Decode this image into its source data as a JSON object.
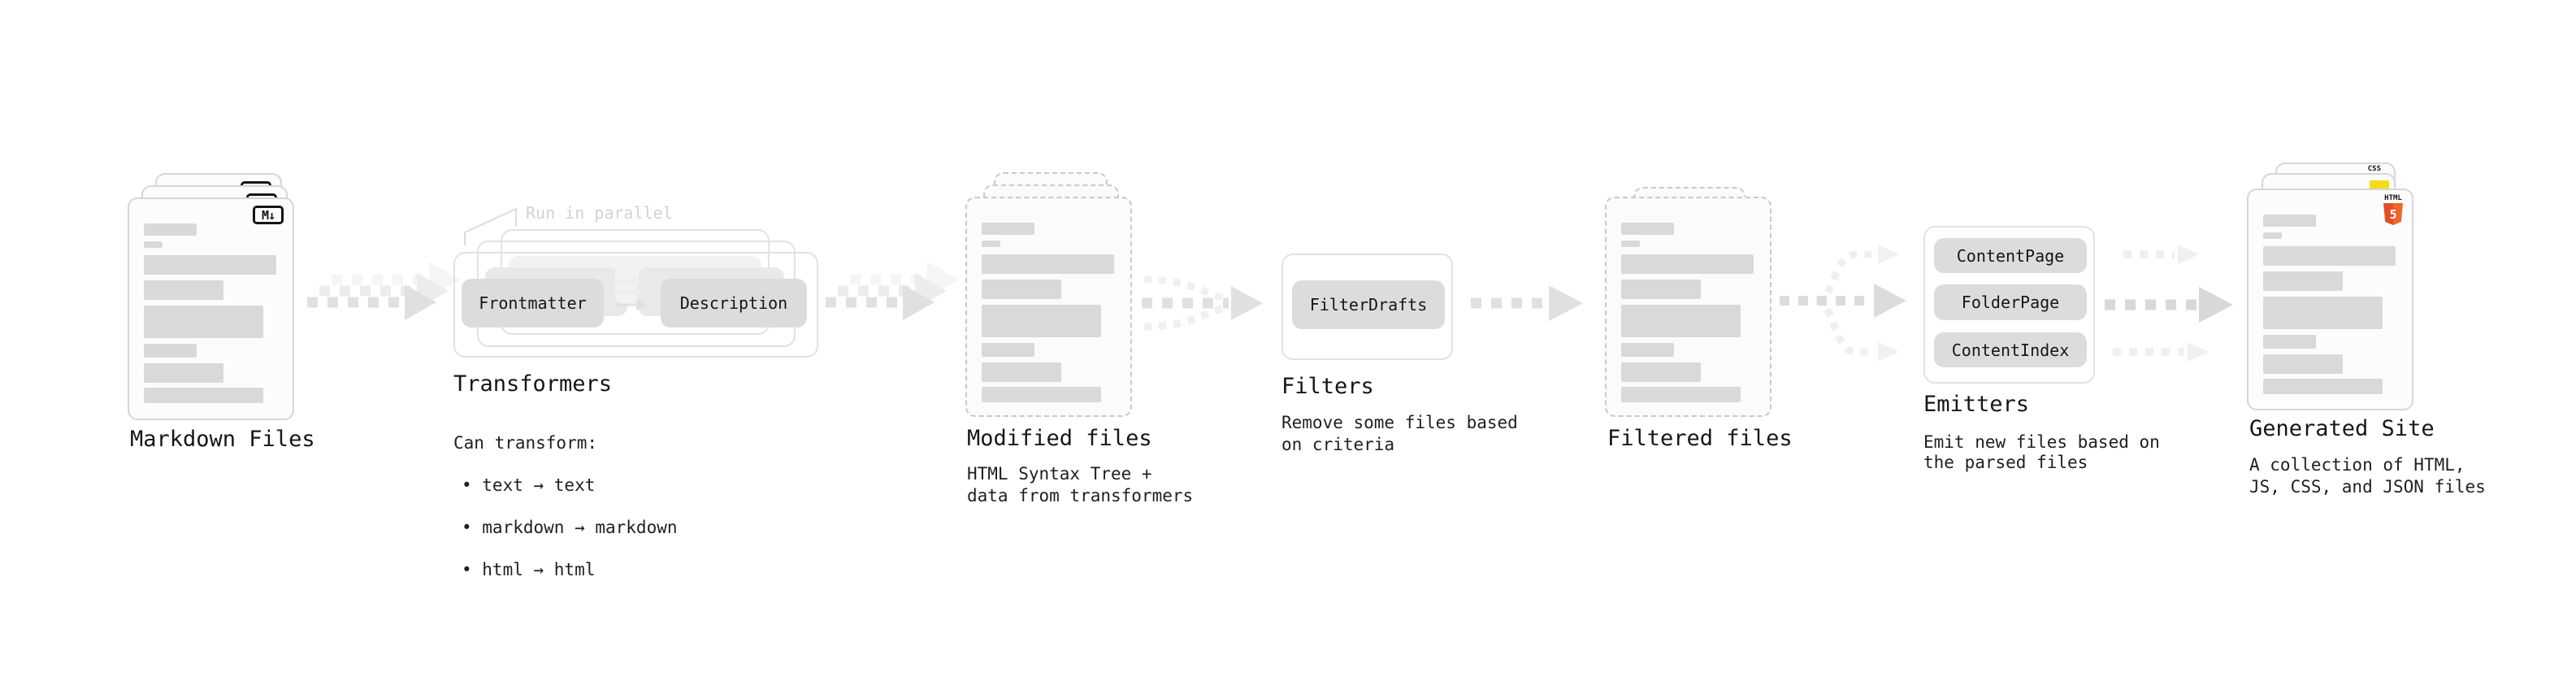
{
  "stages": {
    "markdown_files": {
      "label": "Markdown Files"
    },
    "transformers": {
      "annotation": "Run in parallel",
      "nodes": [
        "Frontmatter",
        "Description"
      ],
      "title": "Transformers",
      "subtitle": "Can transform:",
      "bullets": [
        "• text → text",
        "• markdown → markdown",
        "• html → html"
      ]
    },
    "modified_files": {
      "title": "Modified files",
      "subtitle": "HTML Syntax Tree +\ndata from transformers"
    },
    "filters": {
      "nodes": [
        "FilterDrafts"
      ],
      "title": "Filters",
      "subtitle": "Remove some files based\non criteria"
    },
    "filtered_files": {
      "title": "Filtered files"
    },
    "emitters": {
      "nodes": [
        "ContentPage",
        "FolderPage",
        "ContentIndex"
      ],
      "title": "Emitters",
      "subtitle": "Emit new files based on\nthe parsed files"
    },
    "generated_site": {
      "title": "Generated Site",
      "subtitle": "A collection of HTML,\nJS, CSS, and JSON files"
    }
  },
  "icons": {
    "markdown_badge": "M↓",
    "html5": {
      "label": "HTML",
      "digit": "5"
    },
    "css": {
      "label": "CSS"
    }
  },
  "colors": {
    "html5_orange": "#e44d26",
    "html5_orange_light": "#f16529",
    "js_yellow": "#f5de19",
    "css_blue": "#2f6df2",
    "placeholder_bar": "#d9d9d9",
    "arrow_gray": "#e0e0e0",
    "node_gray": "#dcdcdc"
  }
}
